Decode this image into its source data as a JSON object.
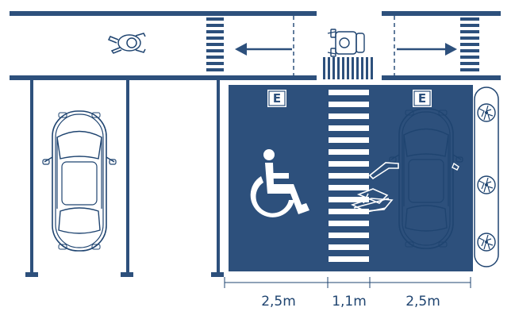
{
  "signs": {
    "left_space": "E",
    "right_space": "E"
  },
  "dimensions": [
    "2,5m",
    "1,1m",
    "2,5m"
  ],
  "colors": {
    "primary": "#2d507c",
    "line": "#1f4470",
    "background": "#ffffff"
  },
  "icons": [
    "wheelchair-user-icon",
    "car-icon",
    "person-walking-icon",
    "wheelchair-top-view-icon",
    "arrow-left-icon",
    "arrow-right-icon",
    "shrub-icon"
  ]
}
